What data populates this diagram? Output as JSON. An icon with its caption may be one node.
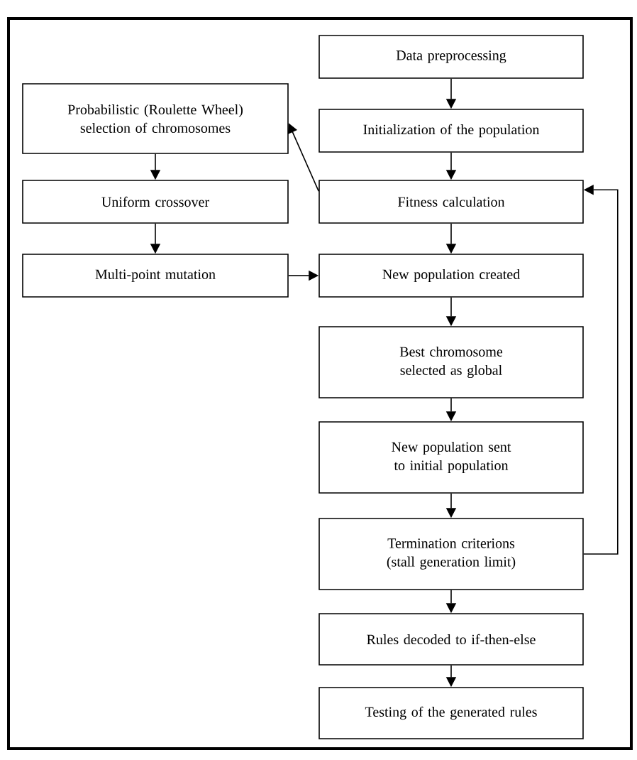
{
  "diagram": {
    "nodes": [
      {
        "text": [
          "Data preprocessing"
        ]
      },
      {
        "text": [
          "Initialization of the population"
        ]
      },
      {
        "text": [
          "Fitness calculation"
        ]
      },
      {
        "text": [
          "Probabilistic (Roulette Wheel) selection of chromosomes"
        ]
      },
      {
        "text": [
          "Uniform crossover"
        ]
      },
      {
        "text": [
          "Multi-point mutation"
        ]
      },
      {
        "text": [
          "New population created"
        ]
      },
      {
        "text": [
          "Best chromosome selected as global"
        ]
      },
      {
        "text": [
          "New population sent to initial population"
        ]
      },
      {
        "text": [
          "Termination criterions (stall generation limit)"
        ]
      },
      {
        "text": [
          "Rules decoded to if-then-else"
        ]
      },
      {
        "text": [
          "Testing of the generated rules"
        ]
      }
    ],
    "edges": [
      {
        "from": 0,
        "to": 1,
        "arrow": "to"
      },
      {
        "from": 1,
        "to": 2,
        "arrow": "to"
      },
      {
        "from": 2,
        "to": 3,
        "arrow": "to"
      },
      {
        "from": 3,
        "to": 4,
        "arrow": "to"
      },
      {
        "from": 4,
        "to": 5,
        "arrow": "to"
      },
      {
        "from": 5,
        "to": 6,
        "arrow": "to"
      },
      {
        "from": 2,
        "to": 6,
        "arrow": "to"
      },
      {
        "from": 6,
        "to": 7,
        "arrow": "to"
      },
      {
        "from": 7,
        "to": 8,
        "arrow": "to"
      },
      {
        "from": 8,
        "to": 9,
        "arrow": "to"
      },
      {
        "from": 9,
        "to": 2,
        "arrow": "to"
      },
      {
        "from": 9,
        "to": 10,
        "arrow": "to"
      },
      {
        "from": 10,
        "to": 11,
        "arrow": "to"
      }
    ]
  }
}
